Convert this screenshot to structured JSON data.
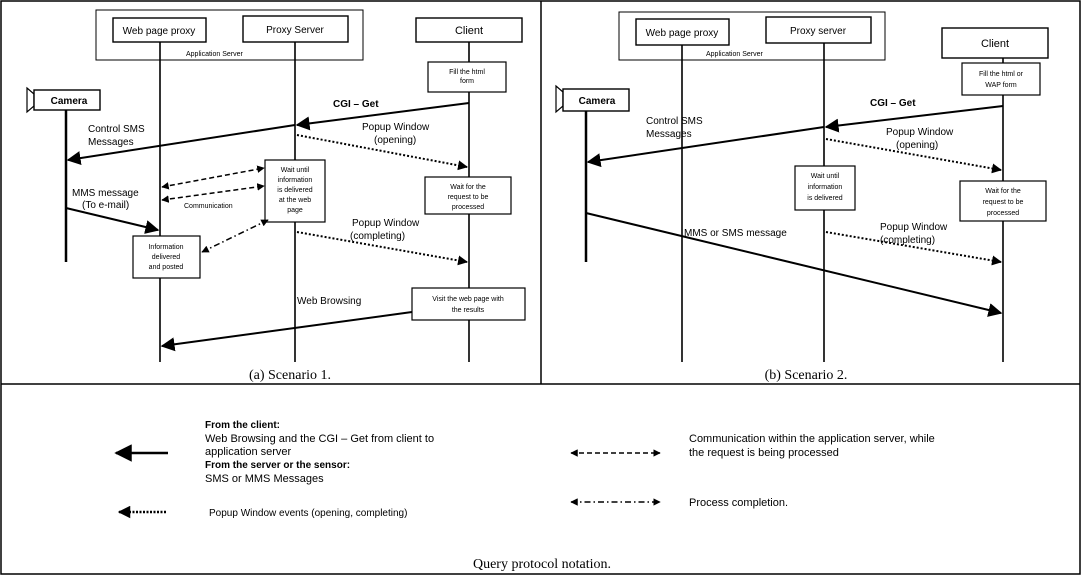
{
  "scenario1": {
    "app_server_label": "Application Server",
    "web_proxy": "Web page proxy",
    "proxy_server": "Proxy Server",
    "client": "Client",
    "camera": "Camera",
    "fill_form": [
      "Fill the html",
      "form"
    ],
    "cgi_get": "CGI – Get",
    "control_sms": [
      "Control SMS",
      "Messages"
    ],
    "popup_opening": [
      "Popup Window",
      "(opening)"
    ],
    "wait_info": [
      "Wait until",
      "information",
      "is delivered",
      "at the web",
      "page"
    ],
    "wait_request": [
      "Wait for the",
      "request to be",
      "processed"
    ],
    "mms_message": [
      "MMS message",
      "(To e-mail)"
    ],
    "communication": "Communication",
    "popup_completing": [
      "Popup Window",
      "(completing)"
    ],
    "info_delivered": [
      "Information",
      "delivered",
      "and posted"
    ],
    "web_browsing": "Web Browsing",
    "visit_page": [
      "Visit the web page with",
      "the results"
    ],
    "caption": "(a) Scenario 1."
  },
  "scenario2": {
    "app_server_label": "Application Server",
    "web_proxy": "Web page proxy",
    "proxy_server": "Proxy server",
    "client": "Client",
    "camera": "Camera",
    "fill_form": [
      "Fill the html or",
      "WAP form"
    ],
    "cgi_get": "CGI – Get",
    "control_sms": [
      "Control SMS",
      "Messages"
    ],
    "popup_opening": [
      "Popup Window",
      "(opening)"
    ],
    "wait_info": [
      "Wait until",
      "information",
      "is delivered"
    ],
    "wait_request": [
      "Wait for the",
      "request to be",
      "processed"
    ],
    "mms_sms": "MMS or SMS message",
    "popup_completing": [
      "Popup Window",
      "(completing)"
    ],
    "caption": "(b) Scenario 2."
  },
  "legend": {
    "from_client_heading": "From the client:",
    "from_client_text": [
      "Web Browsing and the CGI – Get from client to",
      "application server"
    ],
    "from_server_heading": "From the server or the sensor:",
    "from_server_text": "SMS or MMS Messages",
    "popup_events": "Popup Window events (opening, completing)",
    "communication_text": [
      "Communication within the application server, while",
      "the request is being processed"
    ],
    "process_completion": "Process completion.",
    "caption": "Query protocol notation."
  }
}
